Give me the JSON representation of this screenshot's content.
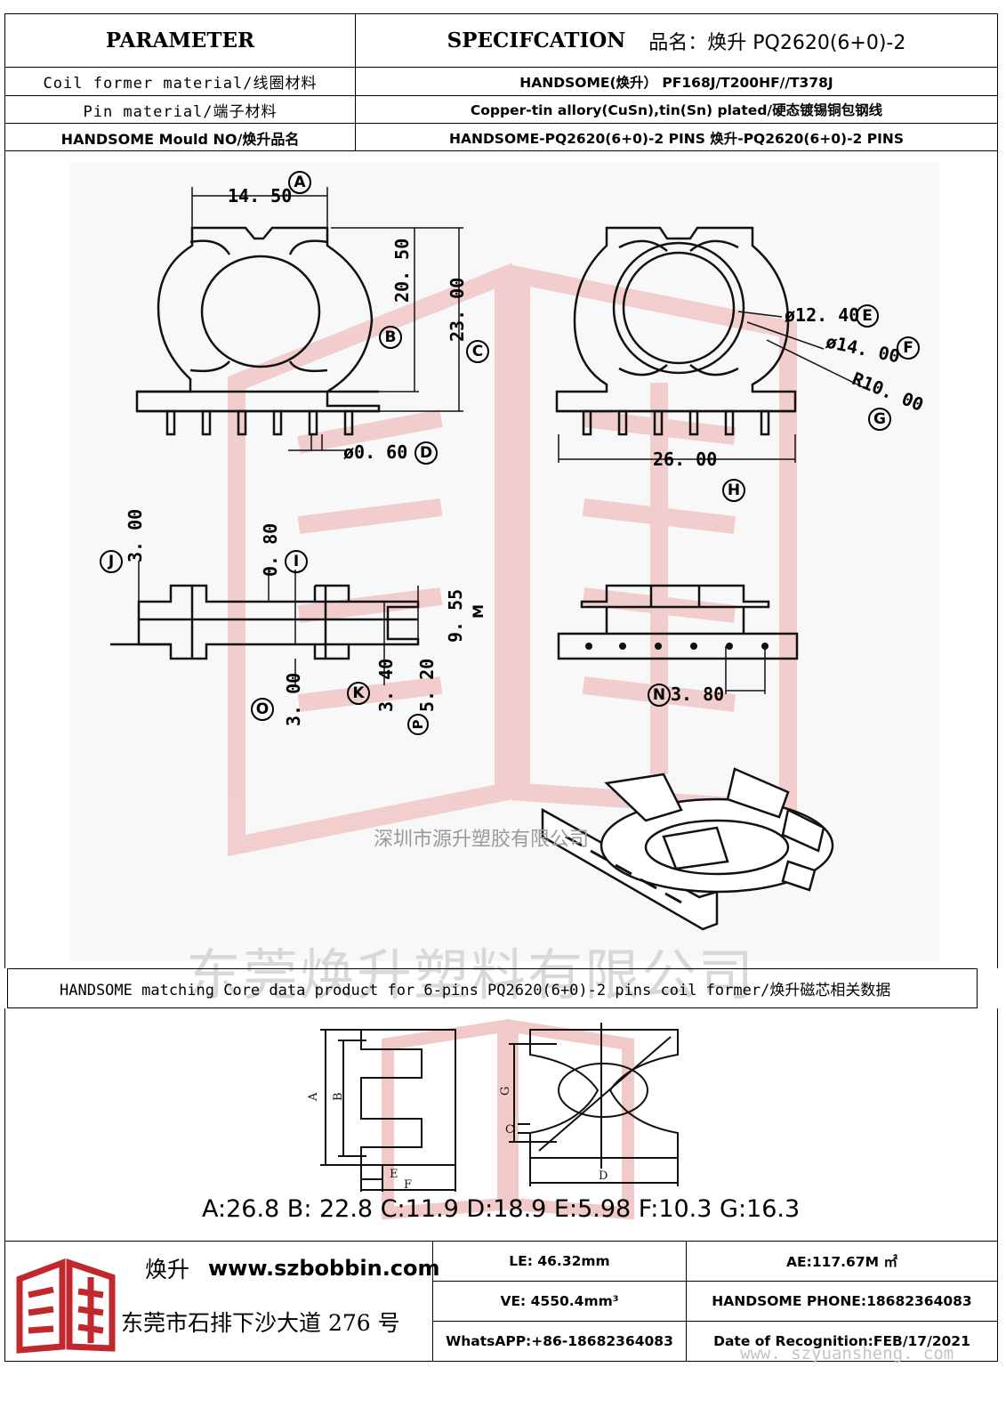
{
  "header": {
    "parameter_label": "PARAMETER",
    "spec_label": "SPECIFCATION",
    "product_name": "品名：焕升 PQ2620(6+0)-2",
    "rows": [
      {
        "label": "Coil former material/线圈材料",
        "value": "HANDSOME(焕升）   PF168J/T200HF//T378J"
      },
      {
        "label": "Pin material/端子材料",
        "value": "Copper-tin allory(CuSn),tin(Sn) plated/硬态镀锡铜包钢线"
      },
      {
        "label": "HANDSOME Mould NO/焕升品名",
        "value": "HANDSOME-PQ2620(6+0)-2 PINS    焕升-PQ2620(6+0)-2 PINS"
      }
    ]
  },
  "drawing": {
    "dims": {
      "A": "14. 50",
      "B": "20. 50",
      "C": "23. 00",
      "D": "ø0. 60",
      "E": "ø12. 40",
      "F": "ø14. 00",
      "G": "R10. 00",
      "H": "26. 00",
      "I": "0. 80",
      "J": "3. 00",
      "K": "3. 40",
      "M": "9. 55",
      "N": "3. 80",
      "O": "3. 00",
      "P": "5. 20"
    },
    "markers": [
      "A",
      "B",
      "C",
      "D",
      "E",
      "F",
      "G",
      "H",
      "I",
      "J",
      "K",
      "M",
      "N",
      "O",
      "P"
    ],
    "watermark_small": "深圳市源升塑胶有限公司",
    "watermark_big": "东莞焕升塑料有限公司"
  },
  "core": {
    "banner": "HANDSOME matching Core data  product for 6-pins PQ2620(6+0)-2 pins coil former/焕升磁芯相关数据",
    "labels": [
      "A",
      "B",
      "C",
      "D",
      "E",
      "F",
      "G"
    ],
    "values_line": "A:26.8 B: 22.8 C:11.9 D:18.9 E:5.98 F:10.3 G:16.3"
  },
  "footer": {
    "brand_name": "焕升",
    "website": "www.szbobbin.com",
    "address": "东莞市石排下沙大道 276 号",
    "le": "LE: 46.32mm",
    "ae": "AE:117.67M ㎡",
    "ve": "VE: 4550.4mm³",
    "phone": "HANDSOME PHONE:18682364083",
    "whatsapp": "WhatsAPP:+86-18682364083",
    "date": "Date of Recognition:FEB/17/2021",
    "watermark": "www. szyuansheng. com"
  },
  "colors": {
    "logo_red": "#c0282d",
    "watermark_red": "#f1c9c9"
  }
}
